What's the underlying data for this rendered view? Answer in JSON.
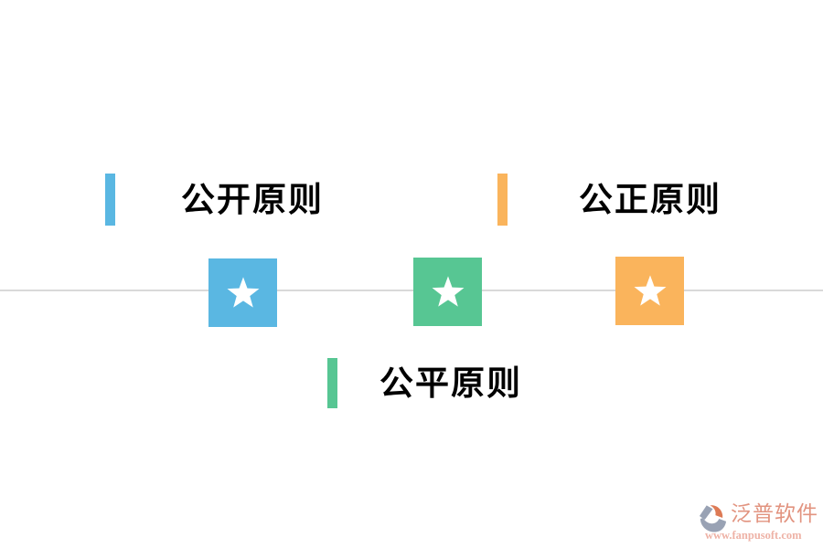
{
  "canvas": {
    "background": "#ffffff"
  },
  "divider": {
    "color": "#d9d9d9"
  },
  "principles": {
    "open": {
      "label": "公开原则",
      "accent_color": "#5ab7e2"
    },
    "just": {
      "label": "公正原则",
      "accent_color": "#fab45c"
    },
    "fair": {
      "label": "公平原则",
      "accent_color": "#57c693"
    }
  },
  "tiles": [
    {
      "icon": "star-icon",
      "color": "#5ab7e2",
      "star_color": "#ffffff"
    },
    {
      "icon": "star-icon",
      "color": "#57c693",
      "star_color": "#ffffff"
    },
    {
      "icon": "star-icon",
      "color": "#fab45c",
      "star_color": "#ffffff"
    }
  ],
  "watermark": {
    "brand": "泛普软件",
    "url": "www.fanpusoft.com",
    "brand_color": "#e29480",
    "url_color": "#eeb2a6",
    "icon_gray": "#99a2b4",
    "icon_orange": "#dd7a55"
  }
}
